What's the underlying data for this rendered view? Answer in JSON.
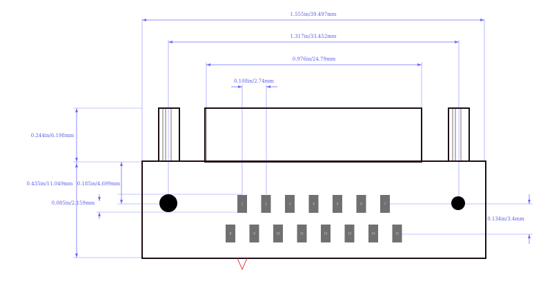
{
  "dimensions": {
    "overall_width": "1.555in/39.497mm",
    "mount_hole_spacing": "1.317in/33.452mm",
    "shell_width": "0.976in/24.79mm",
    "pin_pitch": "0.108in/2.74mm",
    "shell_height": "0.244in/6.198mm",
    "body_height": "0.435in/11.049mm",
    "row_offset": "0.185in/4.699mm",
    "hole_offset": "0.085in/2.159mm",
    "row_spacing": "0.134in/3.4mm"
  },
  "pins": {
    "top_row": [
      "1",
      "2",
      "3",
      "4",
      "5",
      "6",
      "7"
    ],
    "bottom_row": [
      "8",
      "9",
      "10",
      "11",
      "12",
      "13",
      "14",
      "15"
    ]
  },
  "colors": {
    "outline": "#1a0a14",
    "dimension": "#6b6bff",
    "pad": "#707070",
    "hole": "#000000",
    "marker": "#e04040"
  }
}
